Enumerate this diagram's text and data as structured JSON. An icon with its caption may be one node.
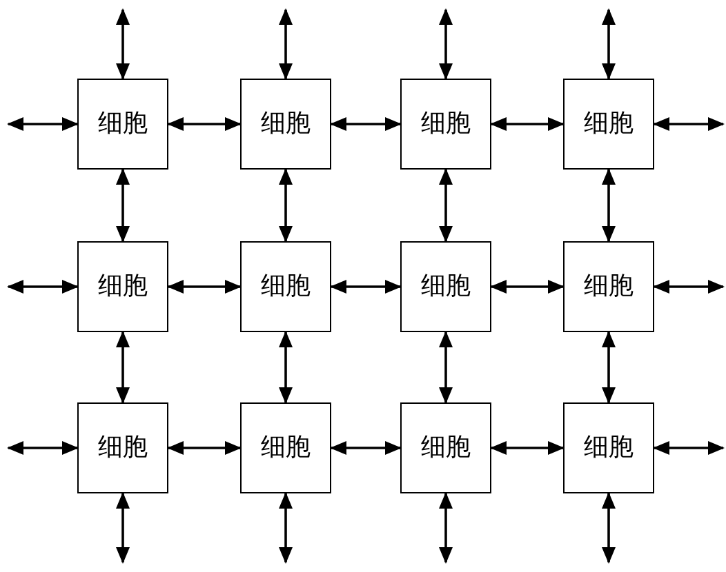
{
  "diagram": {
    "nodes": [
      {
        "text": [
          "细胞"
        ]
      },
      {
        "text": [
          "细胞"
        ]
      },
      {
        "text": [
          "细胞"
        ]
      },
      {
        "text": [
          "细胞"
        ]
      },
      {
        "text": [
          "细胞"
        ]
      },
      {
        "text": [
          "细胞"
        ]
      },
      {
        "text": [
          "细胞"
        ]
      },
      {
        "text": [
          "细胞"
        ]
      },
      {
        "text": [
          "细胞"
        ]
      },
      {
        "text": [
          "细胞"
        ]
      },
      {
        "text": [
          "细胞"
        ]
      },
      {
        "text": [
          "细胞"
        ]
      }
    ],
    "edges": [
      {
        "from": null,
        "to": 0,
        "arrow": "both"
      },
      {
        "from": null,
        "to": 1,
        "arrow": "both"
      },
      {
        "from": null,
        "to": 2,
        "arrow": "both"
      },
      {
        "from": null,
        "to": 3,
        "arrow": "both"
      },
      {
        "from": null,
        "to": 0,
        "arrow": "both"
      },
      {
        "from": 0,
        "to": 1,
        "arrow": "both"
      },
      {
        "from": 1,
        "to": 2,
        "arrow": "both"
      },
      {
        "from": 2,
        "to": 3,
        "arrow": "both"
      },
      {
        "from": null,
        "to": 3,
        "arrow": "both"
      },
      {
        "from": 0,
        "to": 4,
        "arrow": "both"
      },
      {
        "from": 1,
        "to": 5,
        "arrow": "both"
      },
      {
        "from": 2,
        "to": 6,
        "arrow": "both"
      },
      {
        "from": 3,
        "to": 7,
        "arrow": "both"
      },
      {
        "from": null,
        "to": 4,
        "arrow": "both"
      },
      {
        "from": 4,
        "to": 5,
        "arrow": "both"
      },
      {
        "from": 5,
        "to": 6,
        "arrow": "both"
      },
      {
        "from": 6,
        "to": 7,
        "arrow": "both"
      },
      {
        "from": null,
        "to": 7,
        "arrow": "both"
      },
      {
        "from": 4,
        "to": 8,
        "arrow": "both"
      },
      {
        "from": 5,
        "to": 9,
        "arrow": "both"
      },
      {
        "from": 6,
        "to": 10,
        "arrow": "both"
      },
      {
        "from": 7,
        "to": 11,
        "arrow": "both"
      },
      {
        "from": null,
        "to": 8,
        "arrow": "both"
      },
      {
        "from": 8,
        "to": 9,
        "arrow": "both"
      },
      {
        "from": 9,
        "to": 10,
        "arrow": "both"
      },
      {
        "from": 10,
        "to": 11,
        "arrow": "both"
      },
      {
        "from": null,
        "to": 11,
        "arrow": "both"
      },
      {
        "from": null,
        "to": 8,
        "arrow": "both"
      },
      {
        "from": null,
        "to": 9,
        "arrow": "both"
      },
      {
        "from": null,
        "to": 10,
        "arrow": "both"
      },
      {
        "from": null,
        "to": 11,
        "arrow": "both"
      }
    ]
  }
}
